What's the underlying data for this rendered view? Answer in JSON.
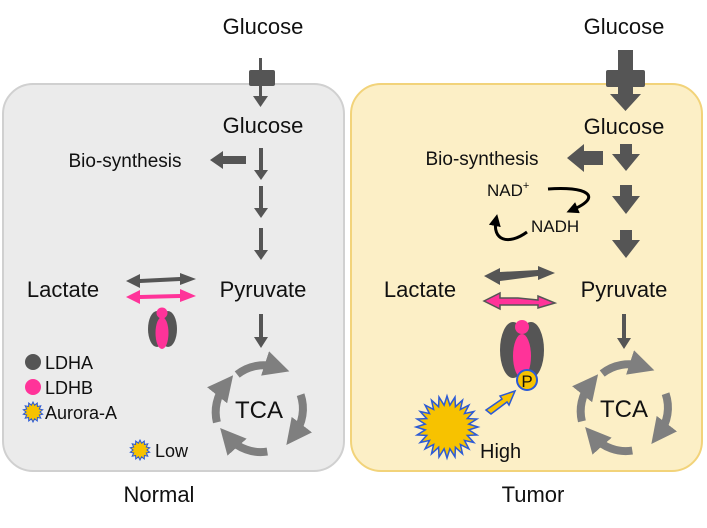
{
  "normal": {
    "glucose_outside": "Glucose",
    "glucose_inside": "Glucose",
    "biosynthesis": "Bio-synthesis",
    "lactate": "Lactate",
    "pyruvate": "Pyruvate",
    "tca": "TCA",
    "aurora_level": "Low",
    "caption": "Normal",
    "legend": {
      "ldha": "LDHA",
      "ldhb": "LDHB",
      "aurora": "Aurora-A"
    }
  },
  "tumor": {
    "glucose_outside": "Glucose",
    "glucose_inside": "Glucose",
    "biosynthesis": "Bio-synthesis",
    "nad_base": "NAD",
    "nad_sup": "+",
    "nadh": "NADH",
    "lactate": "Lactate",
    "pyruvate": "Pyruvate",
    "tca": "TCA",
    "phospho": "P",
    "aurora_level": "High",
    "caption": "Tumor"
  },
  "colors": {
    "normal_panel_fill": "#ebebeb",
    "normal_panel_stroke": "#d0d0d0",
    "tumor_panel_fill": "#fcefc6",
    "tumor_panel_stroke": "#f2d37a",
    "arrow_gray": "#555555",
    "ldha": "#555555",
    "ldhb": "#ff3399",
    "aurora_fill": "#f7c200",
    "aurora_spike": "#2b5ad6",
    "tca_arrow": "#7f7f7f"
  }
}
